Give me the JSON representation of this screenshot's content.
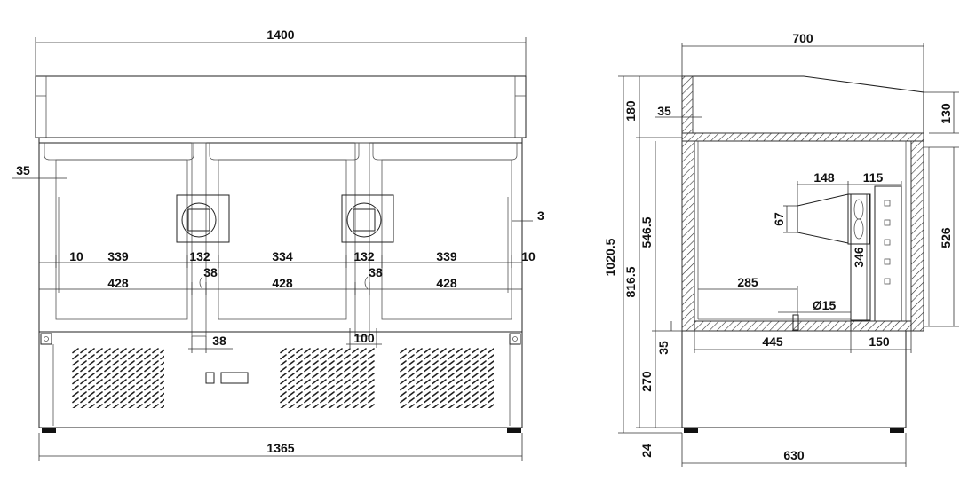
{
  "front_view": {
    "dims": {
      "overall_width": "1400",
      "lid_offset": "35",
      "glass_gap": "3",
      "edge_left": "10",
      "pan_left": "339",
      "column_left": "132",
      "pan_center": "334",
      "column_right": "132",
      "pan_right": "339",
      "edge_right": "10",
      "opening_left": "428",
      "post_left": "38",
      "opening_center": "428",
      "post_right": "38",
      "opening_right": "428",
      "post_foot": "38",
      "column_foot": "100",
      "base_width": "1365"
    }
  },
  "side_view": {
    "dims": {
      "overall_depth": "700",
      "top_height": "180",
      "top_offset": "35",
      "lid_height": "130",
      "total_height": "1020.5",
      "cabinet_height": "816.5",
      "interior_height": "546.5",
      "door_height": "526",
      "evap_depth": "148",
      "evap_side": "115",
      "evap_height": "67",
      "shelf_height": "346",
      "interior_depth": "285",
      "drain": "Ø15",
      "floor_thickness": "35",
      "base_depth": "445",
      "door_depth": "150",
      "base_height": "270",
      "foot_height": "24",
      "foot_span": "630"
    }
  }
}
